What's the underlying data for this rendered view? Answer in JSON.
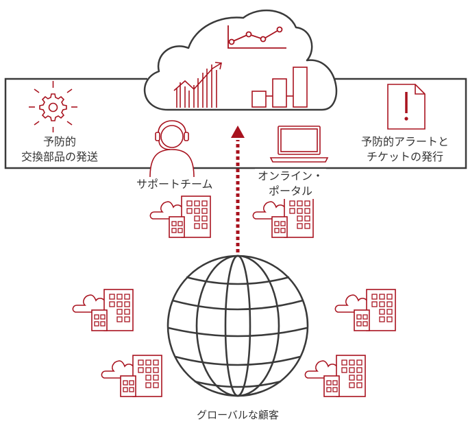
{
  "labels": {
    "preventive_parts_line1": "予防的",
    "preventive_parts_line2": "交換部品の発送",
    "alert_ticket_line1": "予防的アラートと",
    "alert_ticket_line2": "チケットの発行",
    "support_team": "サポートチーム",
    "online_portal_line1": "オンライン・",
    "online_portal_line2": "ポータル",
    "global_customers": "グローバルな顧客"
  },
  "colors": {
    "accent": "#a8121e",
    "line": "#3a3a3a",
    "text": "#333333"
  },
  "icons": [
    "cloud-icon",
    "line-chart-icon",
    "trend-bars-icon",
    "bar-chart-icon",
    "gear-icon",
    "alert-document-icon",
    "headset-person-icon",
    "laptop-icon",
    "globe-icon",
    "building-icon",
    "upload-arrow"
  ]
}
